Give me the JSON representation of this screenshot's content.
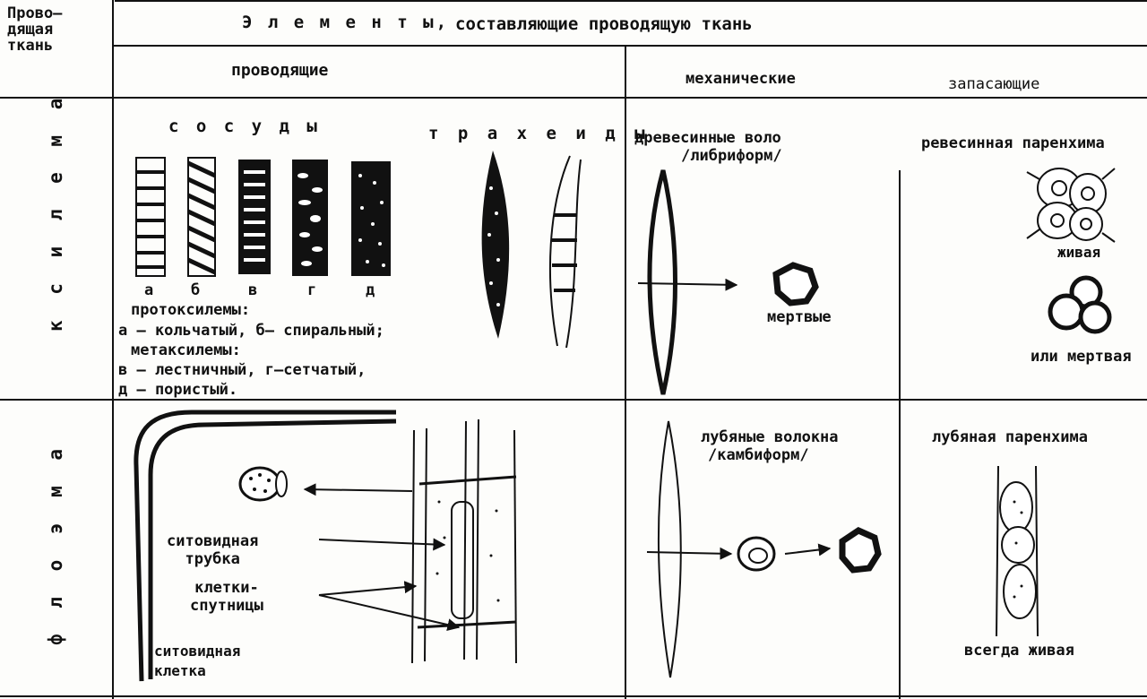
{
  "header": {
    "tissue_col": "Прово–\nдящая\nткань",
    "elements_title": "Элементы, составляющие проводящую ткань",
    "elements_spaced": "Э л е м е н т ы,",
    "elements_rest": "составляющие проводящую ткань",
    "col_conducting": "проводящие",
    "col_mechanical": "механические",
    "col_storage": "запасающие"
  },
  "rows": {
    "xylem": "к с и л е м а",
    "phloem": "ф л о э м а"
  },
  "xylem": {
    "vessels_title": "с о с у д ы",
    "tracheids_title": "т р а х е и д ы",
    "vessel_letters": [
      "а",
      "б",
      "в",
      "г",
      "д"
    ],
    "legend": [
      "протоксилемы:",
      "а – кольчатый, б– спиральный;",
      "метаксилемы:",
      "в – лестничный, г–сетчатый,",
      "д – пористый."
    ],
    "fibers_title": "древесинные воло",
    "fibers_subtitle": "/либриформ/",
    "fibers_state": "мертвые",
    "parenchyma_title": "ревесинная паренхима",
    "parenchyma_live": "живая",
    "parenchyma_dead": "или мертвая"
  },
  "phloem": {
    "sieve_tube": "ситовидная\nтрубка",
    "companion_cells": "клетки-\nспутницы",
    "sieve_cell": "ситовидная\nклетка",
    "fibers_title": "лубяные волокна",
    "fibers_subtitle": "/камбиформ/",
    "parenchyma_title": "лубяная паренхима",
    "parenchyma_state": "всегда живая"
  }
}
